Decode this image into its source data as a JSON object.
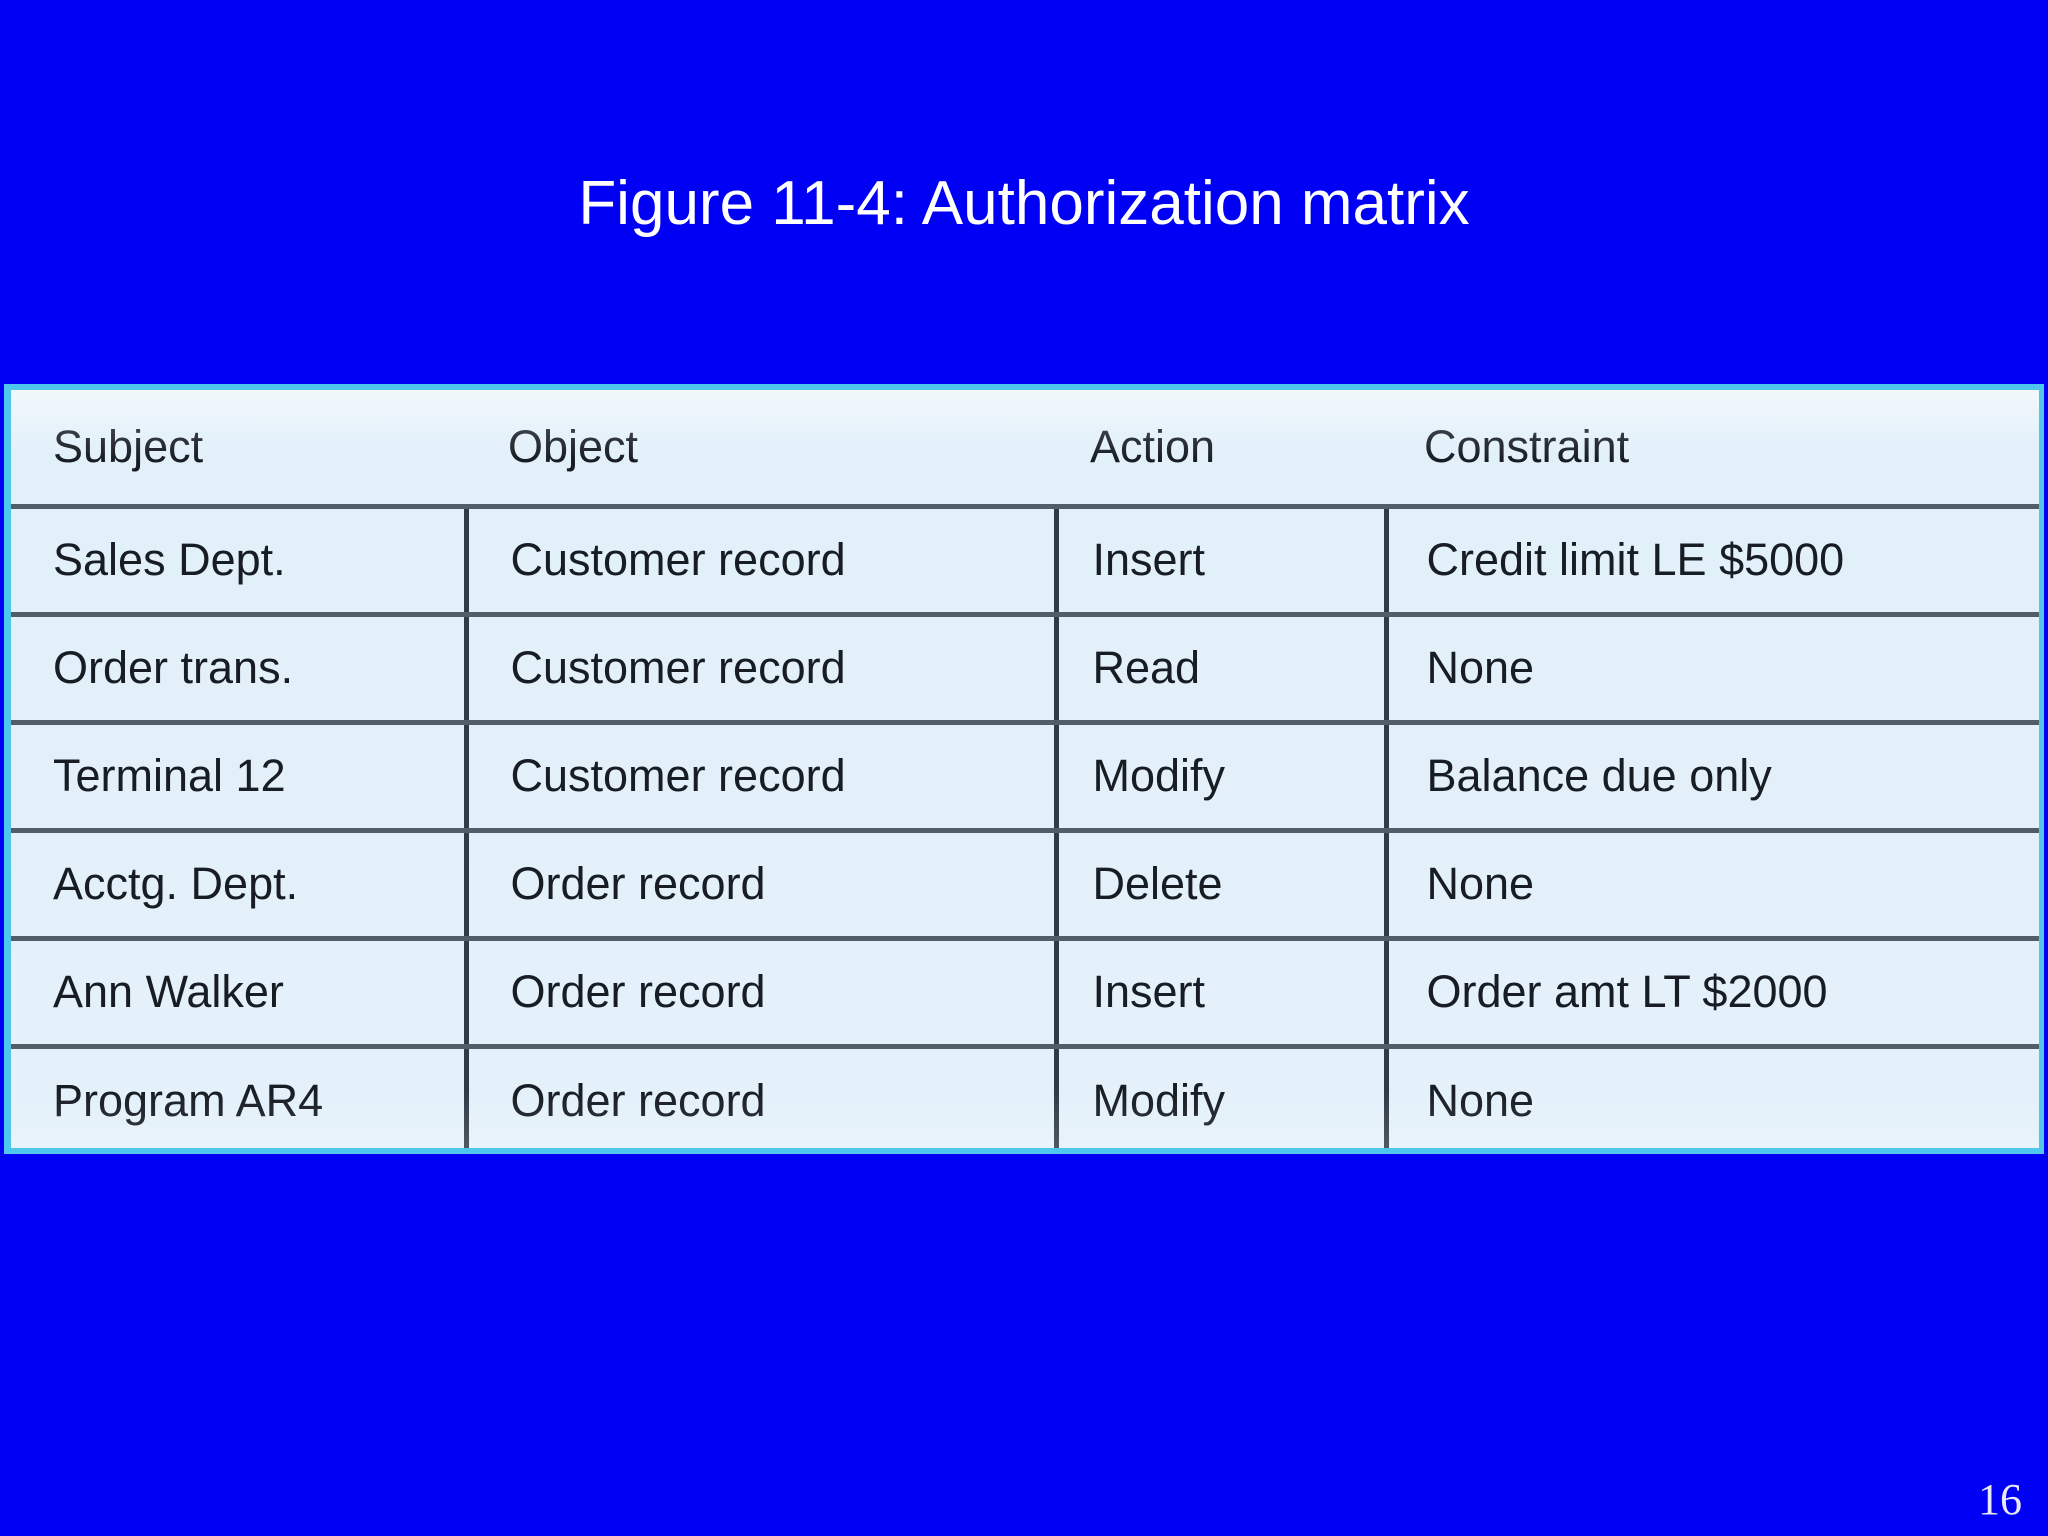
{
  "slide": {
    "title": "Figure 11-4: Authorization matrix",
    "page_number": "16",
    "background_color": "#0000f5",
    "title_color": "#ffffff",
    "figure_border_color": "#4fc6ec",
    "figure_background_color": "#e4f1fa",
    "figure_text_color": "#181d24"
  },
  "table": {
    "headers": [
      "Subject",
      "Object",
      "Action",
      "Constraint"
    ],
    "rows": [
      {
        "subject": "Sales Dept.",
        "object": "Customer record",
        "action": "Insert",
        "constraint": "Credit limit LE $5000"
      },
      {
        "subject": "Order trans.",
        "object": "Customer record",
        "action": "Read",
        "constraint": "None"
      },
      {
        "subject": "Terminal 12",
        "object": "Customer record",
        "action": "Modify",
        "constraint": "Balance due only"
      },
      {
        "subject": "Acctg. Dept.",
        "object": "Order record",
        "action": "Delete",
        "constraint": "None"
      },
      {
        "subject": "Ann Walker",
        "object": "Order record",
        "action": "Insert",
        "constraint": "Order amt LT $2000"
      },
      {
        "subject": "Program AR4",
        "object": "Order record",
        "action": "Modify",
        "constraint": "None"
      }
    ]
  }
}
